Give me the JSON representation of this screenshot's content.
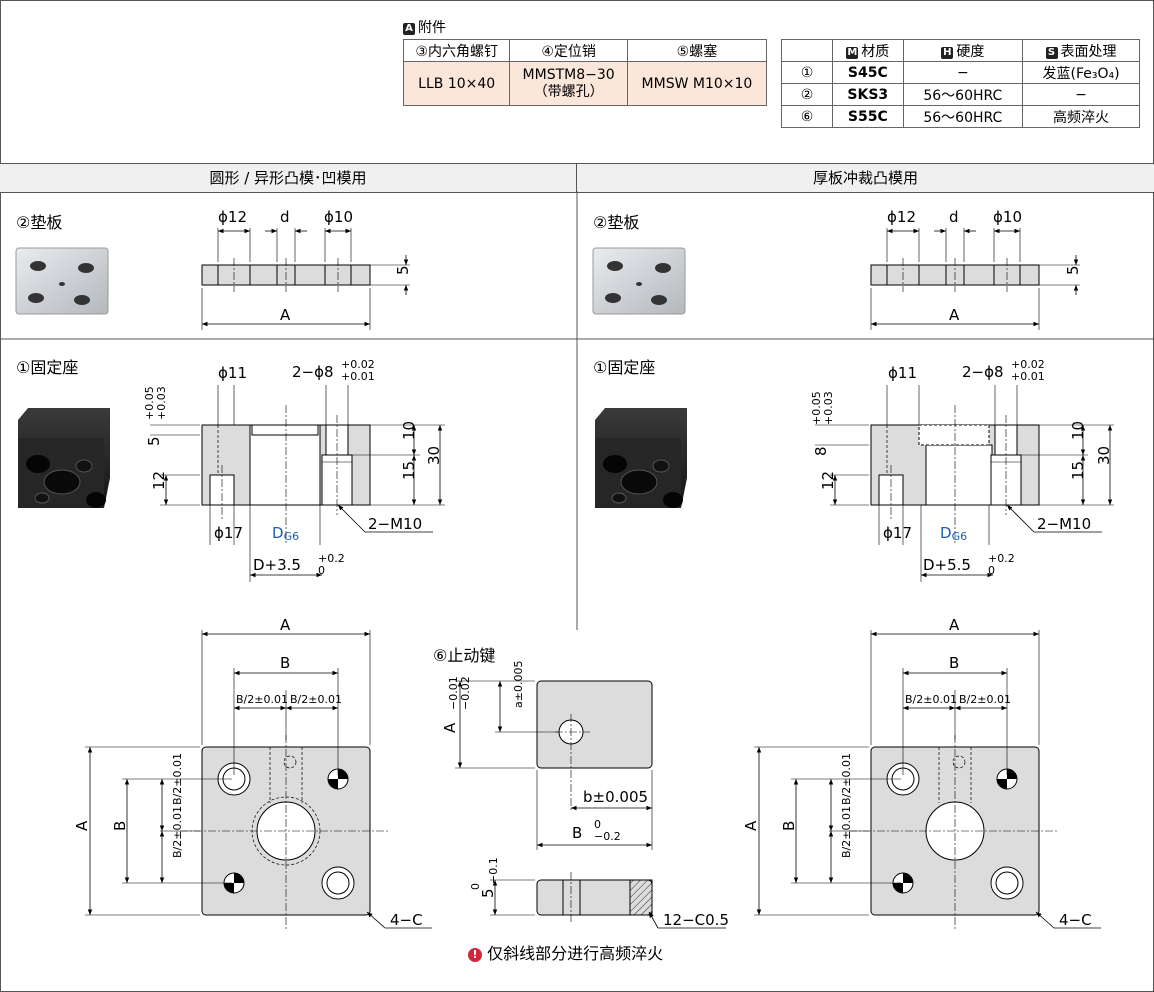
{
  "accessories": {
    "header_badge": "A",
    "header_text": "附件",
    "columns": [
      "③内六角螺钉",
      "④定位销",
      "⑤螺塞"
    ],
    "values": [
      "LLB  10×40",
      "MMSTM8−30",
      "MMSW  M10×10"
    ],
    "pin_note": "（带螺孔）"
  },
  "materials": {
    "col_material_badge": "M",
    "col_material": "材质",
    "col_hardness_badge": "H",
    "col_hardness": "硬度",
    "col_surface_badge": "S",
    "col_surface": "表面处理",
    "rows": [
      {
        "no": "①",
        "material": "S45C",
        "hardness": "−",
        "surface": "发蓝(Fe₃O₄)"
      },
      {
        "no": "②",
        "material": "SKS3",
        "hardness": "56～60HRC",
        "surface": "−"
      },
      {
        "no": "⑥",
        "material": "S55C",
        "hardness": "56～60HRC",
        "surface": "高频淬火"
      }
    ]
  },
  "sections": {
    "left_title": "圆形 / 异形凸模･凹模用",
    "right_title": "厚板冲裁凸模用"
  },
  "parts": {
    "backing_plate": "②垫板",
    "fixing_base": "①固定座",
    "stop_key": "⑥止动键"
  },
  "dims": {
    "phi12": "ϕ12",
    "d": "d",
    "phi10": "ϕ10",
    "t5": "5",
    "A": "A",
    "B": "B",
    "phi11": "ϕ11",
    "pin_holes": "2−ϕ8",
    "pin_tol_upper": "+0.02",
    "pin_tol_lower": "+0.01",
    "cb_left": "5",
    "cb_right": "8",
    "cb_tol_upper": "+0.05",
    "cb_tol_lower": "+0.03",
    "h10": "10",
    "h15": "15",
    "h30": "30",
    "h12": "12",
    "phi17": "ϕ17",
    "dg6_d": "D",
    "dg6_sub": "G6",
    "m10": "2−M10",
    "d_plus_left": "D+3.5",
    "d_plus_right": "D+5.5",
    "dp_tol_upper": "+0.2",
    "dp_tol_lower": "0",
    "b_half_1": "B/2±0.01",
    "b_half_2": "B/2±0.01",
    "chamfer_c": "4−C",
    "key_a": "A",
    "key_a_tol_upper": "−0.01",
    "key_a_tol_lower": "−0.02",
    "key_a_half": "a±0.005",
    "key_b_half": "b±0.005",
    "key_b": "B",
    "key_b_tol_upper": "0",
    "key_b_tol_lower": "−0.2",
    "key_t": "5",
    "key_t_tol_upper": "0",
    "key_t_tol_lower": "−0.1",
    "key_chamfer": "12−C0.5"
  },
  "note": {
    "icon": "warning-icon",
    "text": "仅斜线部分进行高频淬火"
  }
}
